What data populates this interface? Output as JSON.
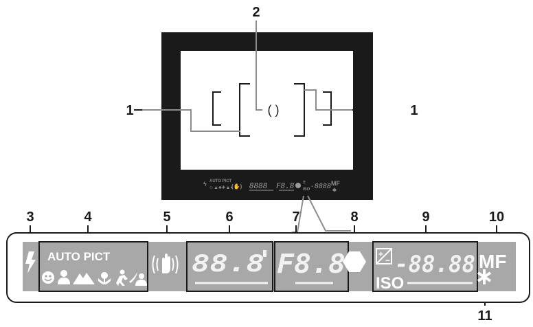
{
  "callouts": {
    "c1": "1",
    "c2": "2",
    "c3": "3",
    "c4": "4",
    "c5": "5",
    "c6": "6",
    "c7": "7",
    "c8": "8",
    "c9": "9",
    "c10": "10",
    "c11": "11"
  },
  "viewfinder": {
    "center_circle": "( )",
    "mini_auto_pict": "AUTO PICT",
    "mini_shutter": "8888",
    "mini_aperture": "F8.8",
    "mini_iso": "ISO",
    "mini_counter": "-8888",
    "mini_mf": "MF"
  },
  "panel": {
    "auto_pict": "AUTO PICT",
    "shutter_digits": "88.8",
    "aperture_digits": "F8.8",
    "iso_label": "ISO",
    "counter_digits": "-88.88",
    "mf_label": "MF",
    "asterisk": "✱"
  },
  "colors": {
    "panel_fill": "#a8a8a8",
    "outline": "#1a1a1a",
    "leader": "#8c8c8c",
    "viewfinder_frame": "#1a1a1a"
  }
}
